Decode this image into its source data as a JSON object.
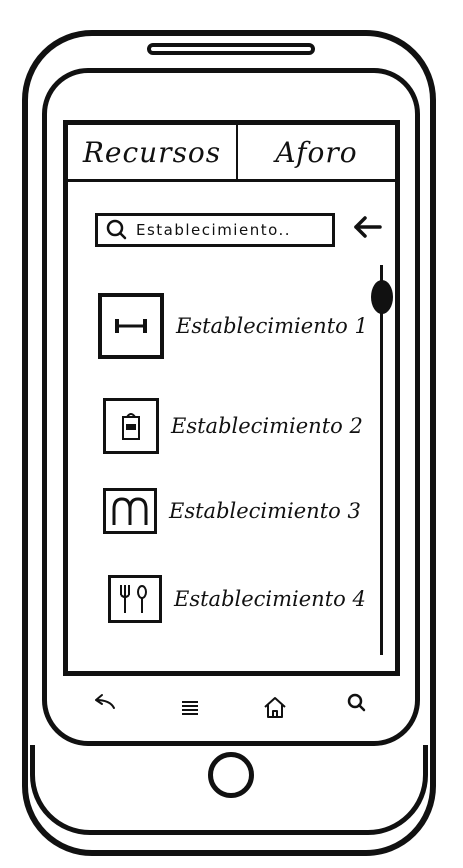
{
  "tabs": [
    {
      "label": "Recursos"
    },
    {
      "label": "Aforo"
    }
  ],
  "search": {
    "value": "Establecimiento..",
    "placeholder": "Establecimiento.."
  },
  "establishments": [
    {
      "label": "Establecimiento 1",
      "icon": "dumbbell-icon"
    },
    {
      "label": "Establecimiento 2",
      "icon": "shop-bag-icon"
    },
    {
      "label": "Establecimiento 3",
      "icon": "m-logo-icon"
    },
    {
      "label": "Establecimiento 4",
      "icon": "fork-spoon-icon"
    }
  ],
  "navigation": {
    "buttons": [
      "back-icon",
      "menu-icon",
      "home-icon",
      "search-icon"
    ]
  }
}
